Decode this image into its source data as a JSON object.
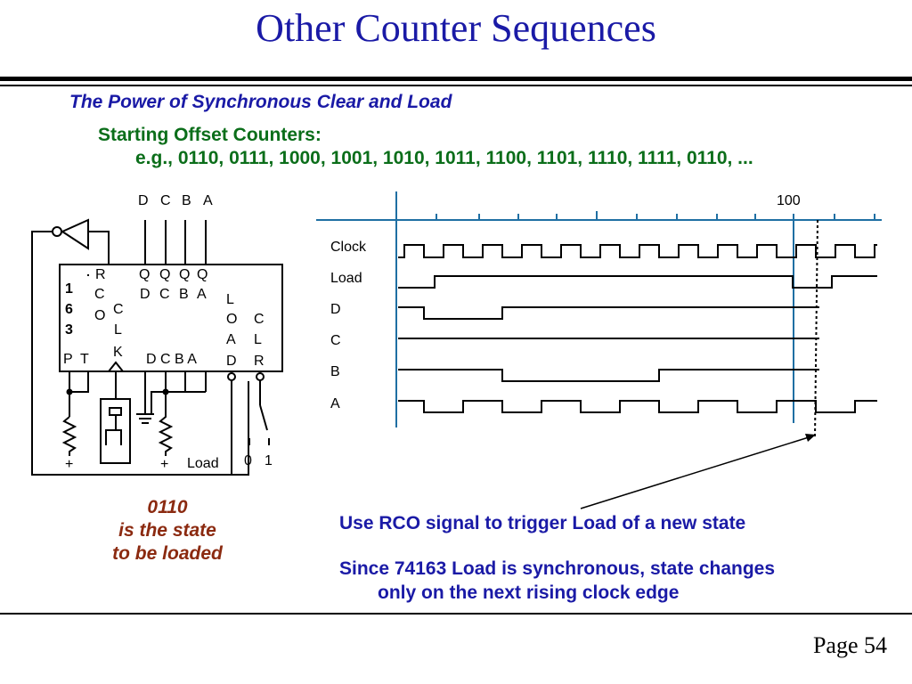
{
  "slide": {
    "title": "Other Counter Sequences",
    "subtitle": "The Power of Synchronous Clear and Load",
    "offset_heading": "Starting Offset Counters:",
    "offset_example": "e.g., 0110, 0111, 1000, 1001, 1010, 1011, 1100, 1101, 1110, 1111, 0110, ...",
    "load_note": [
      "0110",
      "is the state",
      "to be loaded"
    ],
    "rco_note": "Use RCO signal to trigger Load of a new state",
    "sync_note_line1": "Since 74163 Load is synchronous, state changes",
    "sync_note_line2": "only on the next rising clock edge",
    "page_number": "Page 54"
  },
  "circuit": {
    "top_outputs": [
      "D",
      "C",
      "B",
      "A"
    ],
    "chip_id": [
      "1",
      "6",
      "3"
    ],
    "rco_letters": [
      "R",
      "C",
      "O"
    ],
    "clk_letters": [
      "C",
      "L",
      "K"
    ],
    "q_labels": [
      "Q",
      "Q",
      "Q",
      "Q"
    ],
    "q_sub_labels": [
      "D",
      "C",
      "B",
      "A"
    ],
    "load_letters": [
      "L",
      "O",
      "A",
      "D"
    ],
    "clr_letters": [
      "C",
      "L",
      "R"
    ],
    "pt_label": "P  T",
    "inputs_label": "D C B A",
    "plus_sign": "+",
    "load_label": "Load",
    "switch_labels": [
      "0",
      "1"
    ]
  },
  "timing": {
    "signals": [
      "Clock",
      "Load",
      "D",
      "C",
      "B",
      "A"
    ],
    "marker_label": "100"
  }
}
